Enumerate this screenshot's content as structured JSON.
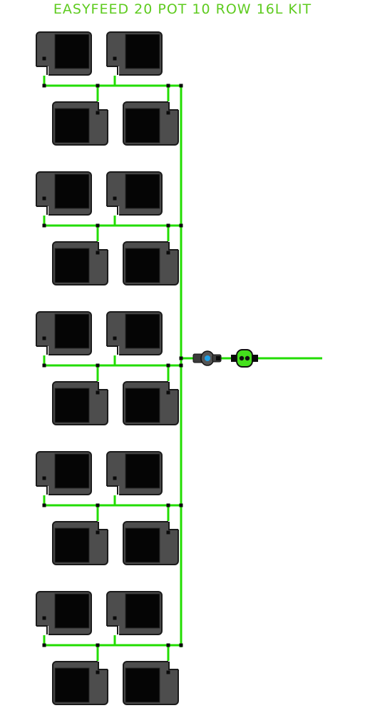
{
  "title": "EASYFEED 20 POT 10 ROW 16L KIT",
  "layout": {
    "groups": 5,
    "pots_per_row": 2,
    "rows_per_group": 2
  },
  "colors": {
    "tube": "#22dd00",
    "pot_body": "#4d4d4d",
    "pot_inner": "#050505",
    "pot_outline": "#1a1a1a",
    "connector_green": "#44e01c",
    "background": "#ffffff",
    "title": "#5ecb1f"
  }
}
